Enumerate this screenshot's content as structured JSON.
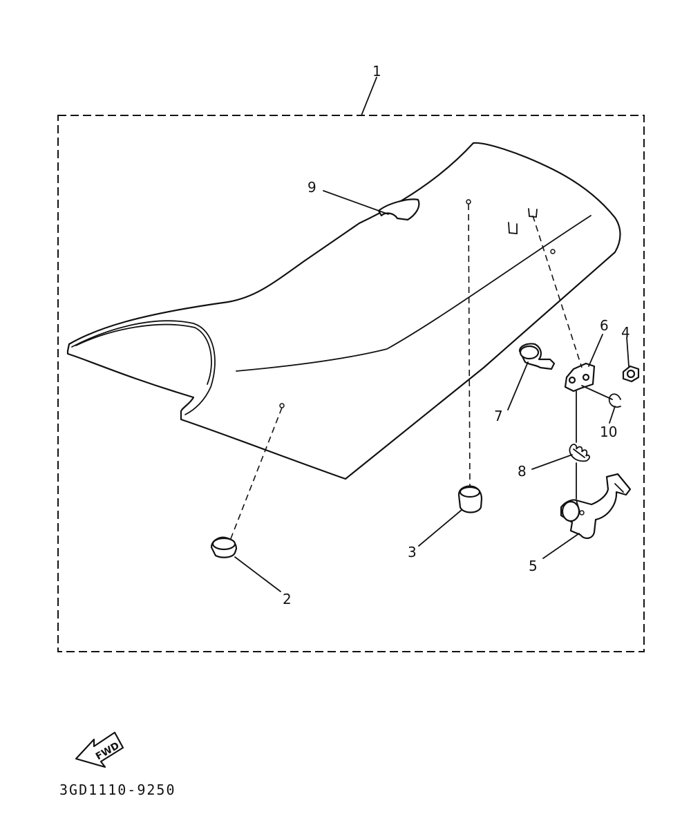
{
  "diagram": {
    "callouts": {
      "c1": "1",
      "c2": "2",
      "c3": "3",
      "c4": "4",
      "c5": "5",
      "c6": "6",
      "c7": "7",
      "c8": "8",
      "c9": "9",
      "c10": "10"
    },
    "fwd_label": "FWD",
    "part_number": "3GD1110-9250"
  }
}
